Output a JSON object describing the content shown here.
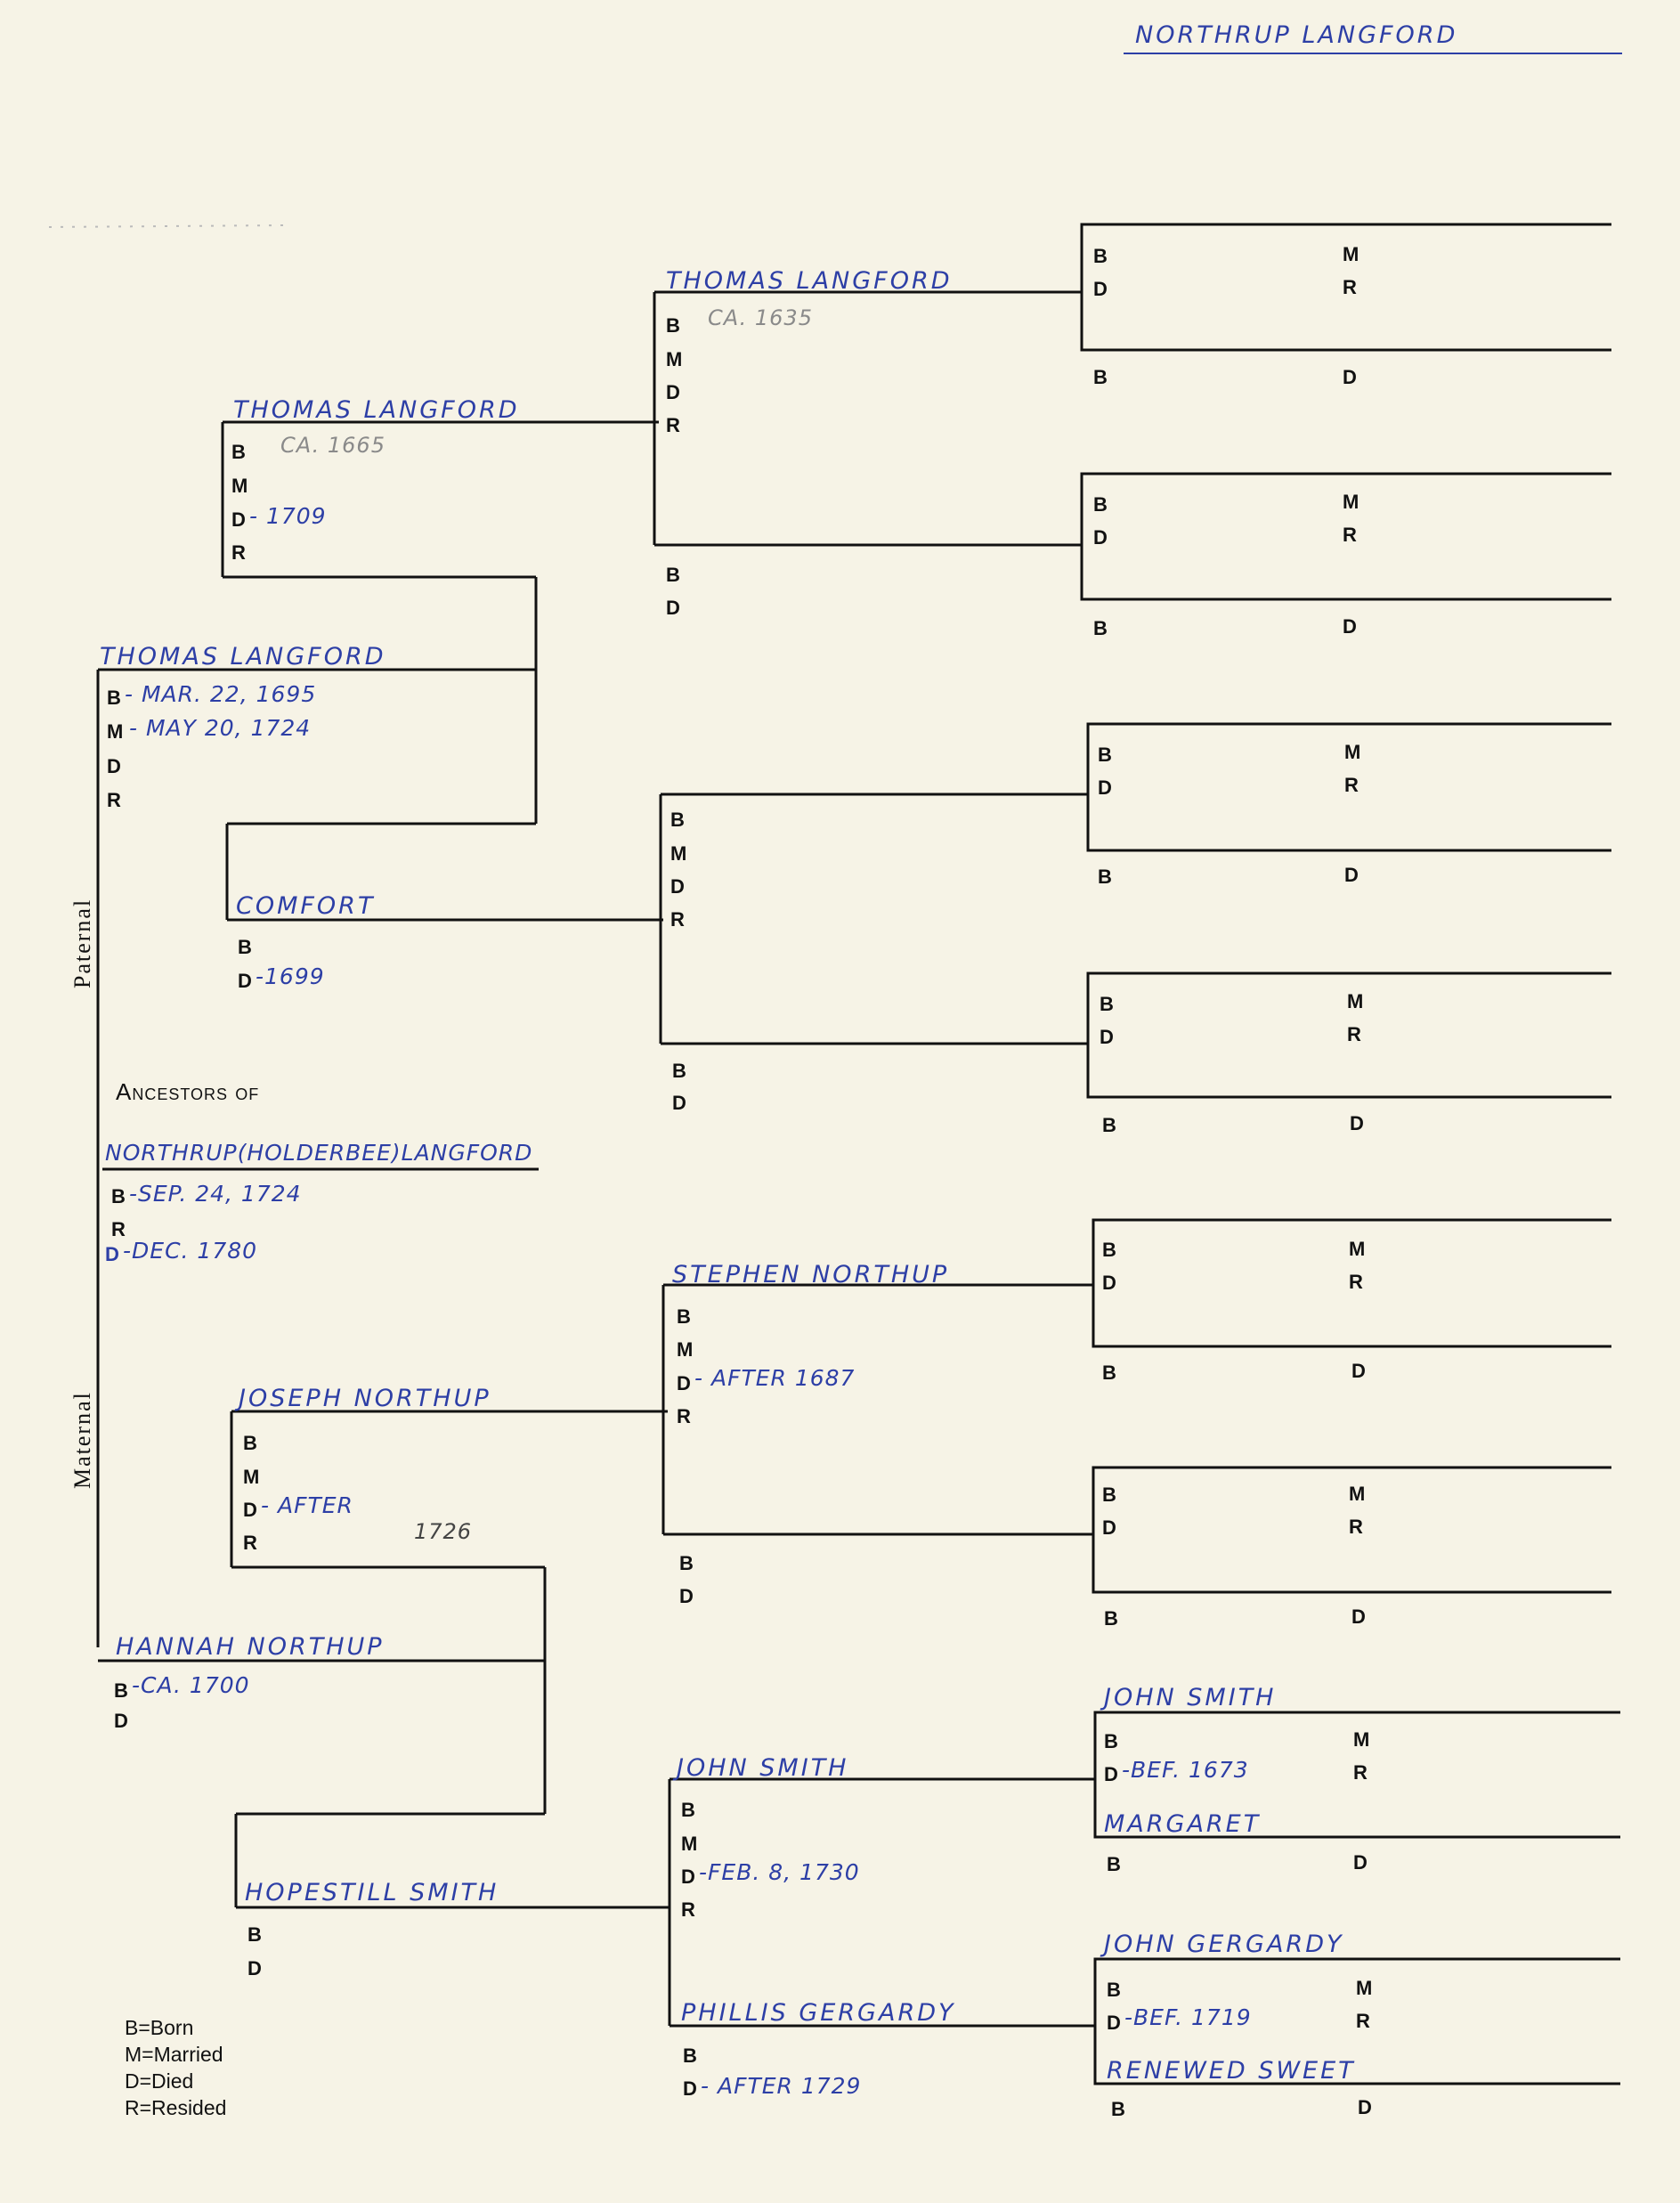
{
  "header": {
    "surname": "NORTHRUP  LANGFORD"
  },
  "side": {
    "paternal": "Paternal",
    "maternal": "Maternal"
  },
  "title": {
    "line1": "Ancestors of",
    "subject": "NORTHRUP(HOLDERBEE)LANGFORD"
  },
  "legend": [
    "B=Born",
    "M=Married",
    "D=Died",
    "R=Resided"
  ],
  "people": {
    "subject": {
      "name": "NORTHRUP(HOLDERBEE)LANGFORD",
      "born": "-SEP. 24, 1724",
      "died": "-DEC. 1780"
    },
    "father": {
      "name": "THOMAS  LANGFORD",
      "born": "- MAR. 22, 1695",
      "married": "- MAY 20, 1724"
    },
    "mother": {
      "name": "HANNAH  NORTHUP",
      "born": "-CA. 1700"
    },
    "pgf": {
      "name": "THOMAS  LANGFORD",
      "born": "CA. 1665",
      "died": "- 1709"
    },
    "pgm": {
      "name": "COMFORT",
      "died": "-1699"
    },
    "mgf": {
      "name": "JOSEPH   NORTHUP",
      "died": "- AFTER",
      "died_note": "1726"
    },
    "mgm": {
      "name": "HOPESTILL  SMITH"
    },
    "pggf": {
      "name": "THOMAS  LANGFORD",
      "born": "CA. 1635"
    },
    "mggf1": {
      "name": "STEPHEN  NORTHUP",
      "died": "- AFTER  1687"
    },
    "mggf2": {
      "name": "JOHN  SMITH",
      "died": "-FEB. 8, 1730"
    },
    "mggm2": {
      "name": "PHILLIS  GERGARDY",
      "died": "- AFTER  1729"
    },
    "g5_1": {
      "name": "JOHN  SMITH",
      "died": "-BEF. 1673"
    },
    "g5_2": {
      "name": "MARGARET"
    },
    "g5_3": {
      "name": "JOHN  GERGARDY",
      "died": "-BEF. 1719"
    },
    "g5_4": {
      "name": "RENEWED  SWEET"
    }
  },
  "labels": {
    "b": "B",
    "m": "M",
    "d": "D",
    "r": "R"
  },
  "colors": {
    "paper": "#f6f3e6",
    "ink": "#2d3fa6",
    "line": "#111111",
    "pencil": "#8a8a8a"
  }
}
